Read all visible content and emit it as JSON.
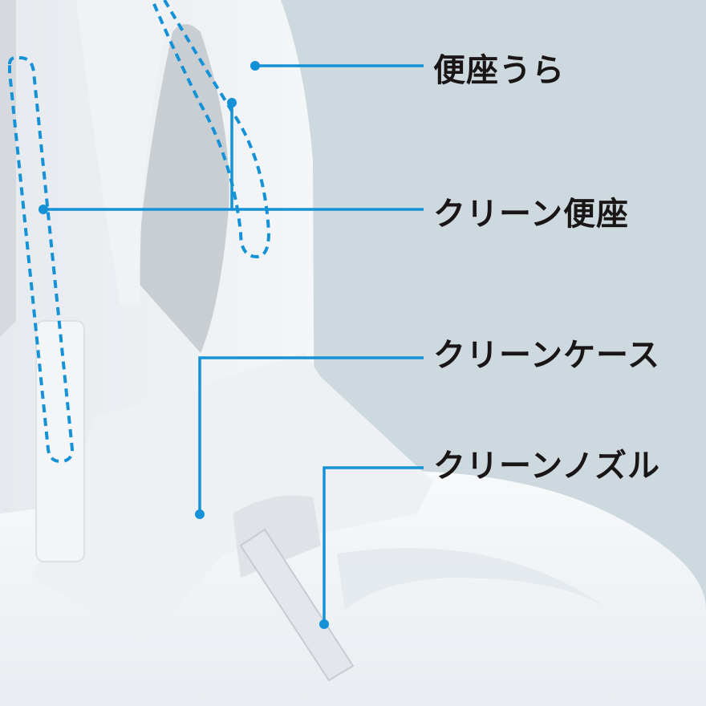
{
  "diagram": {
    "background_color": "#cdd9df",
    "callout_color": "#1591d6",
    "label_color": "#1a1616",
    "labels": [
      {
        "id": "seat-underside",
        "text": "便座うら"
      },
      {
        "id": "clean-seat",
        "text": "クリーン便座"
      },
      {
        "id": "clean-case",
        "text": "クリーンケース"
      },
      {
        "id": "clean-nozzle",
        "text": "クリーンノズル"
      }
    ]
  }
}
